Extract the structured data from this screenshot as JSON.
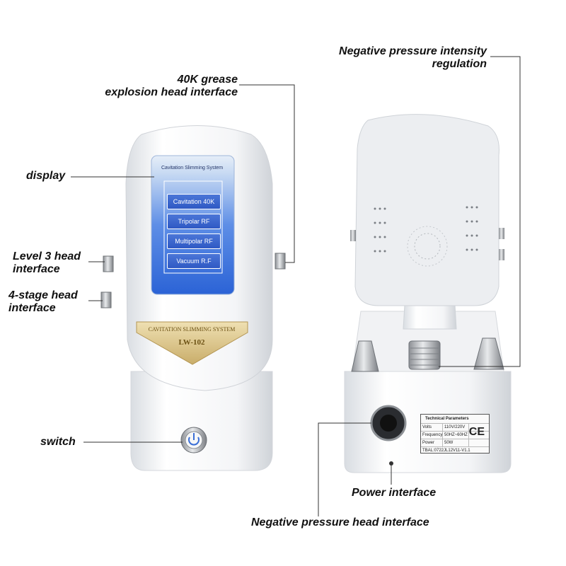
{
  "labels": {
    "grease_head": "40K grease\nexplosion head interface",
    "grease_head_line1": "40K grease",
    "grease_head_line2": "explosion head interface",
    "display": "display",
    "level3_line1": "Level 3 head",
    "level3_line2": "interface",
    "stage4_line1": "4-stage head",
    "stage4_line2": "interface",
    "switch": "switch",
    "neg_reg_line1": "Negative pressure intensity",
    "neg_reg_line2": "regulation",
    "power_interface": "Power interface",
    "neg_head_interface": "Negative pressure head interface"
  },
  "screen": {
    "title": "Cavitation Slimming System",
    "buttons": [
      "Cavitation 40K",
      "Tripolar RF",
      "Multipolar RF",
      "Vacuum R.F"
    ]
  },
  "badge": {
    "line1": "CAVITATION SLIMMING SYSTEM",
    "line2": "LW-102"
  },
  "tech_params": {
    "title": "Technical Parameters",
    "rows": [
      {
        "key": "Volts",
        "value": "110V/220V"
      },
      {
        "key": "Frequency",
        "value": "50HZ~60HZ"
      },
      {
        "key": "Power",
        "value": "50W"
      }
    ],
    "code": "TBAL:0722JL12V11-V1.1",
    "mark": "CE"
  },
  "colors": {
    "device_body": "#f2f3f5",
    "screen_blue": "#3f6fd8",
    "badge_gold": "#d9c38a",
    "label_text": "#111111"
  }
}
